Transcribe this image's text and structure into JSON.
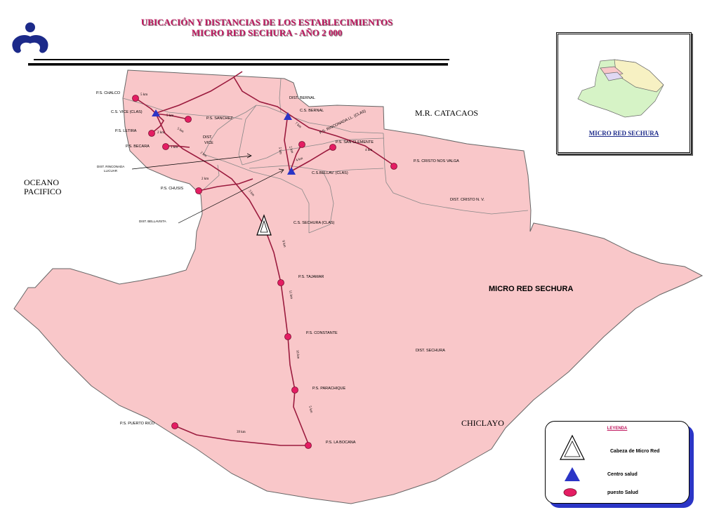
{
  "title": {
    "line1": "UBICACIÓN Y DISTANCIAS DE LOS ESTABLECIMIENTOS",
    "line2": "MICRO RED SECHURA - AÑO 2 000"
  },
  "regions": {
    "catacaos": "M.R. CATACAOS",
    "oceano": "OCEANO",
    "pacifico": "PACIFICO",
    "chiclayo": "CHICLAYO",
    "micro_red": "MICRO RED SECHURA"
  },
  "inset": {
    "label": "MICRO RED SECHURA"
  },
  "legend": {
    "title": "LEYENDA",
    "items": [
      {
        "symbol": "hollow-triangle",
        "label": "Cabeza de Micro Red"
      },
      {
        "symbol": "blue-triangle",
        "label": "Centro salud"
      },
      {
        "symbol": "red-circle",
        "label": "puesto Salud"
      }
    ]
  },
  "districts": {
    "bernal": "DIST. BERNAL",
    "vice_1": "DIST.",
    "vice_2": "VICE",
    "rinconada_1": "DIST. RINCONADA",
    "rinconada_2": "LLICUAR",
    "bellavista": "DIST. BELLAVISTA",
    "cristo": "DIST. CRISTO N. V.",
    "sechura": "DIST. SECHURA"
  },
  "facilities": {
    "chalco": "P.S. CHALCO",
    "vice": "C.S. VICE (CLAS)",
    "sanchez": "P.S. SANCHEZ",
    "letira": "P.S. LETIRA",
    "becara": "P.S. BECARA",
    "bernal": "C.S. BERNAL",
    "rinconada": "P.S. RINCONADA LL. (CLAS)",
    "san_clemente": "P.S. SAN CLEMENTE",
    "cristo": "P.S. CRISTO NOS VALGA",
    "bellavista": "C.S.BELLAV. (CLAS)",
    "chusis": "P.S. CHUSIS",
    "sechura": "C.S. SECHURA (CLAS)",
    "tajamar": "P.S. TAJAMAR",
    "constante": "P.S. CONSTANTE",
    "parachique": "P.S.  PARACHIQUE",
    "puerto_rico": "P.S.  PUERTO RICO",
    "bocana": "P.S. LA BOCANA"
  },
  "distances": {
    "chalco": "5 km",
    "sanchez": "5 km",
    "letira": "2 km",
    "becara": "1 km",
    "vice_sechura": "2 km",
    "vice_road": "5 km",
    "bernal_rinc": "7 km",
    "rinc_bell": "5 km",
    "bell_rinc": "2 km",
    "bell_sc": "4 km",
    "sc_cristo": "4 km",
    "chusis": "2 km",
    "sechura_bell": "3 km",
    "sechura_tajamar": "9 km",
    "tajamar_constante": "11 km",
    "constante_parachique": "18 km",
    "parachique_bocana": "5 km",
    "bocana_pr": "39 km"
  }
}
